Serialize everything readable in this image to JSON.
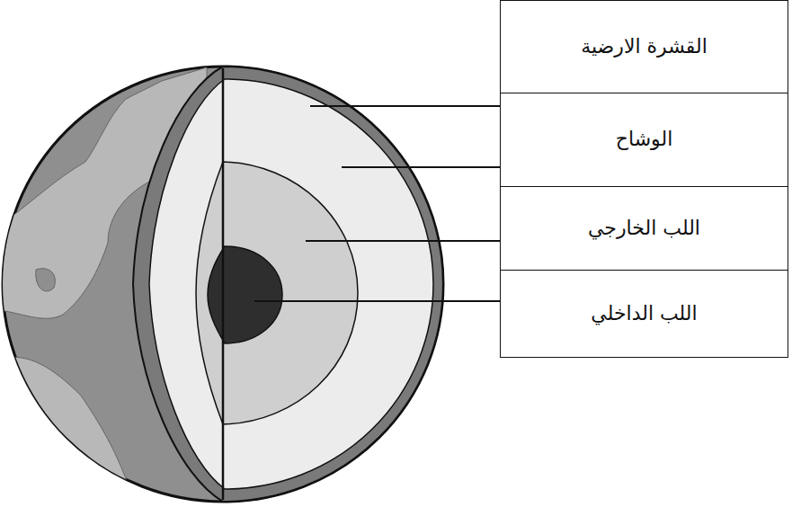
{
  "diagram": {
    "nodes": [
      {
        "text": [
          "القشرة الارضية"
        ]
      },
      {
        "text": [
          "الوشاح"
        ]
      },
      {
        "text": [
          "اللب الخارجي"
        ]
      },
      {
        "text": [
          "اللب الداخلي"
        ]
      }
    ]
  }
}
